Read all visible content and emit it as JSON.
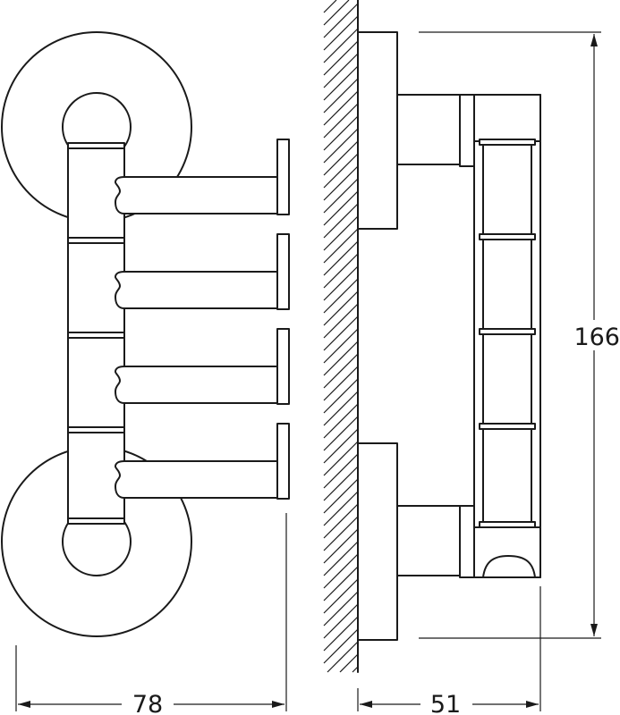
{
  "drawing": {
    "dimensions": {
      "width_front": "78",
      "depth_side": "51",
      "height": "166"
    },
    "arm_count": 4
  },
  "colors": {
    "line": "#1a1a1a",
    "background": "#ffffff"
  }
}
